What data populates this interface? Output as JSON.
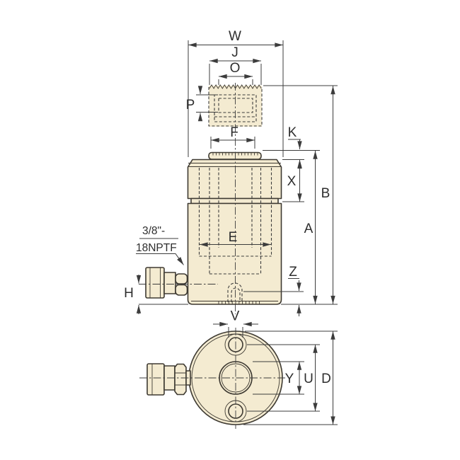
{
  "drawing_title": "Hydraulic cylinder dimensional drawing",
  "colors": {
    "body_fill": "#f4ebd1",
    "outline": "#3e3a32",
    "dim": "#3c3c3c",
    "text": "#2e2e2e",
    "background": "#ffffff"
  },
  "labels": {
    "W": "W",
    "J": "J",
    "O": "O",
    "P": "P",
    "F": "F",
    "K": "K",
    "X": "X",
    "B": "B",
    "A": "A",
    "E": "E",
    "Z": "Z",
    "H": "H",
    "V": "V",
    "Y": "Y",
    "U": "U",
    "D": "D"
  },
  "port_note": {
    "line1": "3/8\"-",
    "line2": "18NPTF"
  }
}
